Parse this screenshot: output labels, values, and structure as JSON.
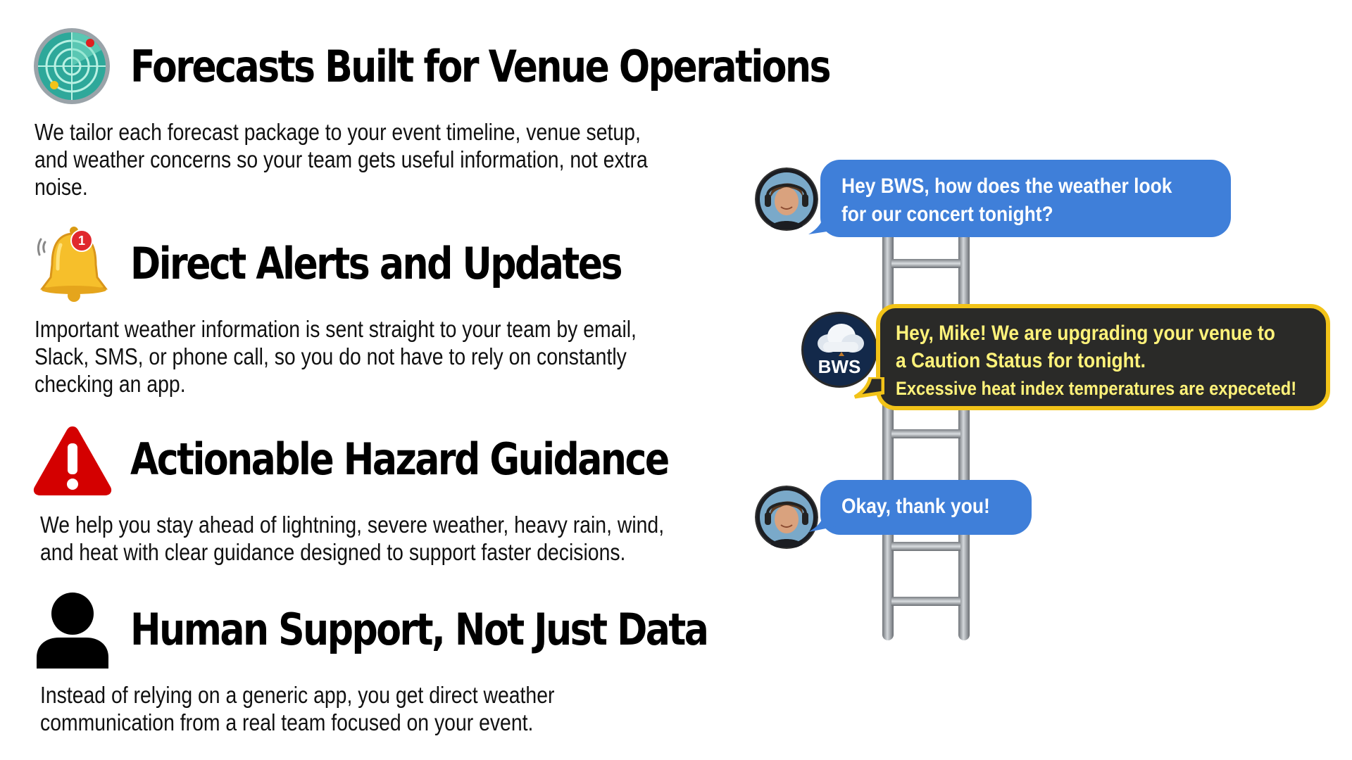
{
  "features": [
    {
      "title": "Forecasts Built for Venue Operations",
      "description_lines": [
        "We tailor each forecast package to your event timeline, venue setup,",
        "and weather concerns so your team gets useful information, not extra",
        "noise."
      ],
      "icon": "radar-icon"
    },
    {
      "title": "Direct Alerts and Updates",
      "description_lines": [
        "Important weather information is sent straight to your team by email,",
        "Slack, SMS, or phone call, so you do not have to rely on constantly",
        "checking an app."
      ],
      "icon": "bell-icon",
      "badge": "1"
    },
    {
      "title": "Actionable Hazard Guidance",
      "description_lines": [
        "We help you stay ahead of lightning, severe weather, heavy rain, wind,",
        "and heat with clear guidance designed to support faster decisions."
      ],
      "icon": "warning-icon"
    },
    {
      "title": "Human Support, Not Just Data",
      "description_lines": [
        "Instead of relying on a generic app, you get direct weather",
        "communication from a real team focused on your event."
      ],
      "icon": "person-icon"
    }
  ],
  "chat": {
    "messages": [
      {
        "sender": "user",
        "avatar": "user-avatar",
        "lines": [
          "Hey BWS, how does the weather look",
          "for our concert tonight?"
        ]
      },
      {
        "sender": "bws",
        "avatar": "bws-logo",
        "avatar_label": "BWS",
        "lines": [
          "Hey, Mike! We are upgrading your venue to",
          "a Caution Status for tonight.",
          "Excessive heat index temperatures are expeceted!"
        ]
      },
      {
        "sender": "user",
        "avatar": "user-avatar",
        "lines": [
          "Okay, thank you!"
        ]
      }
    ]
  },
  "colors": {
    "user_bubble": "#3f7fd9",
    "bws_bubble": "#2a2a28",
    "bws_border": "#f2c318",
    "bws_text": "#fff27a",
    "alert_red": "#d40000",
    "bell_gold": "#f6bf2b",
    "radar_teal": "#2ea89a"
  }
}
